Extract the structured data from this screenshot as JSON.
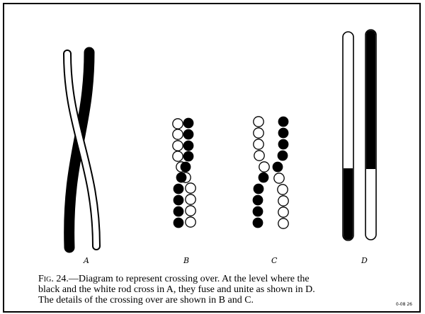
{
  "panels": {
    "A": "A",
    "B": "B",
    "C": "C",
    "D": "D"
  },
  "caption": {
    "prefix": "Fig. 24.",
    "line1": "—Diagram to represent crossing over.   At the level where the",
    "line2": "black and the white rod cross in A, they fuse and unite as shown in D.",
    "line3": "The details of the crossing over are shown in B and C."
  },
  "image_code": "0-08 26",
  "colors": {
    "ink": "#000000",
    "paper": "#ffffff"
  }
}
